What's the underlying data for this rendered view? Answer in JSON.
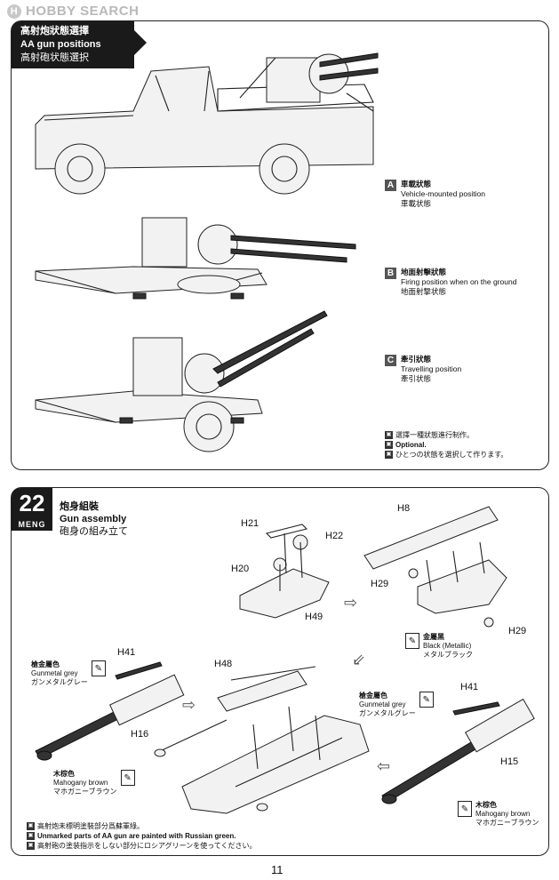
{
  "watermark": {
    "brand": "HOBBY SEARCH"
  },
  "section_aa": {
    "title_cn": "高射炮狀態選擇",
    "title_en": "AA gun positions",
    "title_jp": "高射砲状態選択",
    "options": [
      {
        "letter": "A",
        "cn": "車載狀態",
        "en": "Vehicle-mounted position",
        "jp": "車載状態"
      },
      {
        "letter": "B",
        "cn": "地面射擊狀態",
        "en": "Firing position when on the ground",
        "jp": "地面射撃状態"
      },
      {
        "letter": "C",
        "cn": "牽引狀態",
        "en": "Travelling position",
        "jp": "牽引状態"
      }
    ],
    "notes": [
      "選擇一種狀態進行制作。",
      "Optional.",
      "ひとつの状態を選択して作ります。"
    ]
  },
  "step22": {
    "number": "22",
    "brand": "MENG",
    "title_cn": "炮身組裝",
    "title_en": "Gun assembly",
    "title_jp": "砲身の組み立て",
    "parts": [
      "H21",
      "H22",
      "H20",
      "H49",
      "H8",
      "H29",
      "H29",
      "H41",
      "H48",
      "H16",
      "H41",
      "H15"
    ],
    "paints": {
      "gunmetal": {
        "cn": "槍金屬色",
        "en": "Gunmetal grey",
        "jp": "ガンメタルグレー"
      },
      "mahogany": {
        "cn": "木棕色",
        "en": "Mahogany brown",
        "jp": "マホガニーブラウン"
      },
      "black": {
        "cn": "金屬黑",
        "en": "Black (Metallic)",
        "jp": "メタルブラック"
      }
    },
    "notes": [
      "高射炮未標明塗裝部分爲蘇軍綠。",
      "Unmarked parts of AA gun are painted with Russian green.",
      "高射砲の塗装指示をしない部分にロシアグリーンを使ってください。"
    ]
  },
  "page_number": "11"
}
